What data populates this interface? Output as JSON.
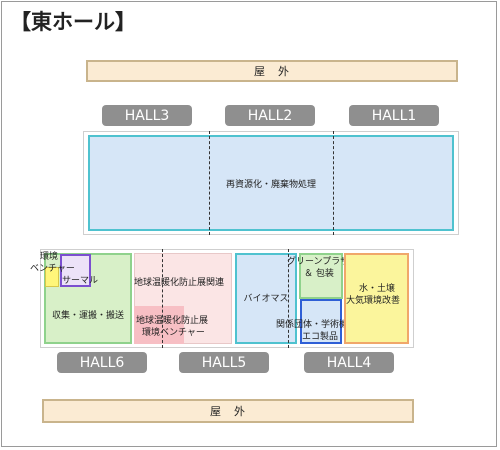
{
  "title": "【東ホール】",
  "outdoor": {
    "top": "屋　外",
    "bottom": "屋　外"
  },
  "halls": {
    "hall3": "HALL3",
    "hall2": "HALL2",
    "hall1": "HALL1",
    "hall6": "HALL6",
    "hall5": "HALL5",
    "hall4": "HALL4"
  },
  "zones": {
    "recycling": "再資源化・廃棄物処理",
    "thermal_venture_1": "環境",
    "thermal_venture_2": "ベンチャー",
    "thermal": "サーマル",
    "collection": "収集・運搬・搬送",
    "global_warming": "地球温暖化防止展関連",
    "global_warming_venture_1": "地球温暖化防止展",
    "global_warming_venture_2": "環境ベンチャー",
    "biomass": "バイオマス",
    "green_plaza_1": "グリーンプラザ",
    "green_plaza_2": "＆ 包装",
    "water_soil_1": "水・土壌",
    "water_soil_2": "大気環境改善",
    "related_groups_1": "関係団体・学術機関・",
    "related_groups_2": "エコ製品"
  },
  "colors": {
    "hall_label_bg": "#8f8f8f",
    "outdoor_bg": "#fbebd3",
    "blue_zone": "#d6e6f7",
    "green_zone": "#d8f0c8",
    "pink_zone": "#fbe5e5",
    "yellow_zone": "#fbf59c"
  }
}
